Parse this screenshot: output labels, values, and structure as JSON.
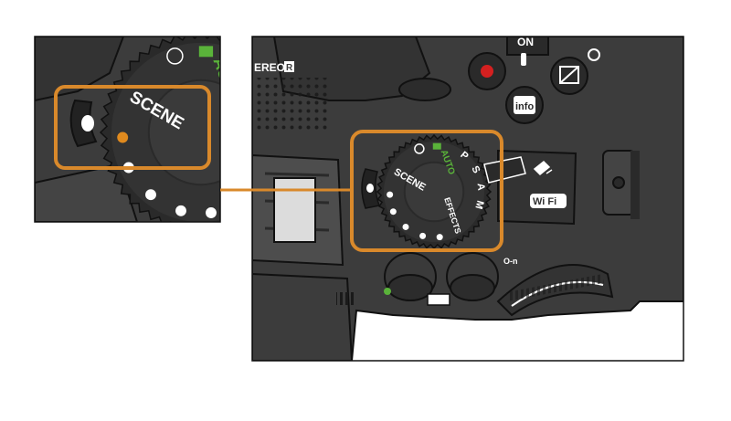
{
  "colors": {
    "body": "#3c3c3c",
    "body_dark": "#2a2a2a",
    "body_light": "#585858",
    "line": "#111111",
    "highlight_frame": "#d9892b",
    "auto_green": "#5ab33a",
    "record_red": "#d42020",
    "scene_orange": "#e08a1e"
  },
  "mode_dial": {
    "auto_label": "AUTO",
    "scene_label": "SCENE",
    "effects_label": "EFFECTS",
    "modes": [
      "P",
      "S",
      "A",
      "M"
    ]
  },
  "top_panel": {
    "power_on_label": "ON",
    "info_label": "info",
    "stereo_label": "EREO",
    "stereo_r_label": "R",
    "wifi_label": "Wi Fi",
    "lock_label": "O-n"
  }
}
